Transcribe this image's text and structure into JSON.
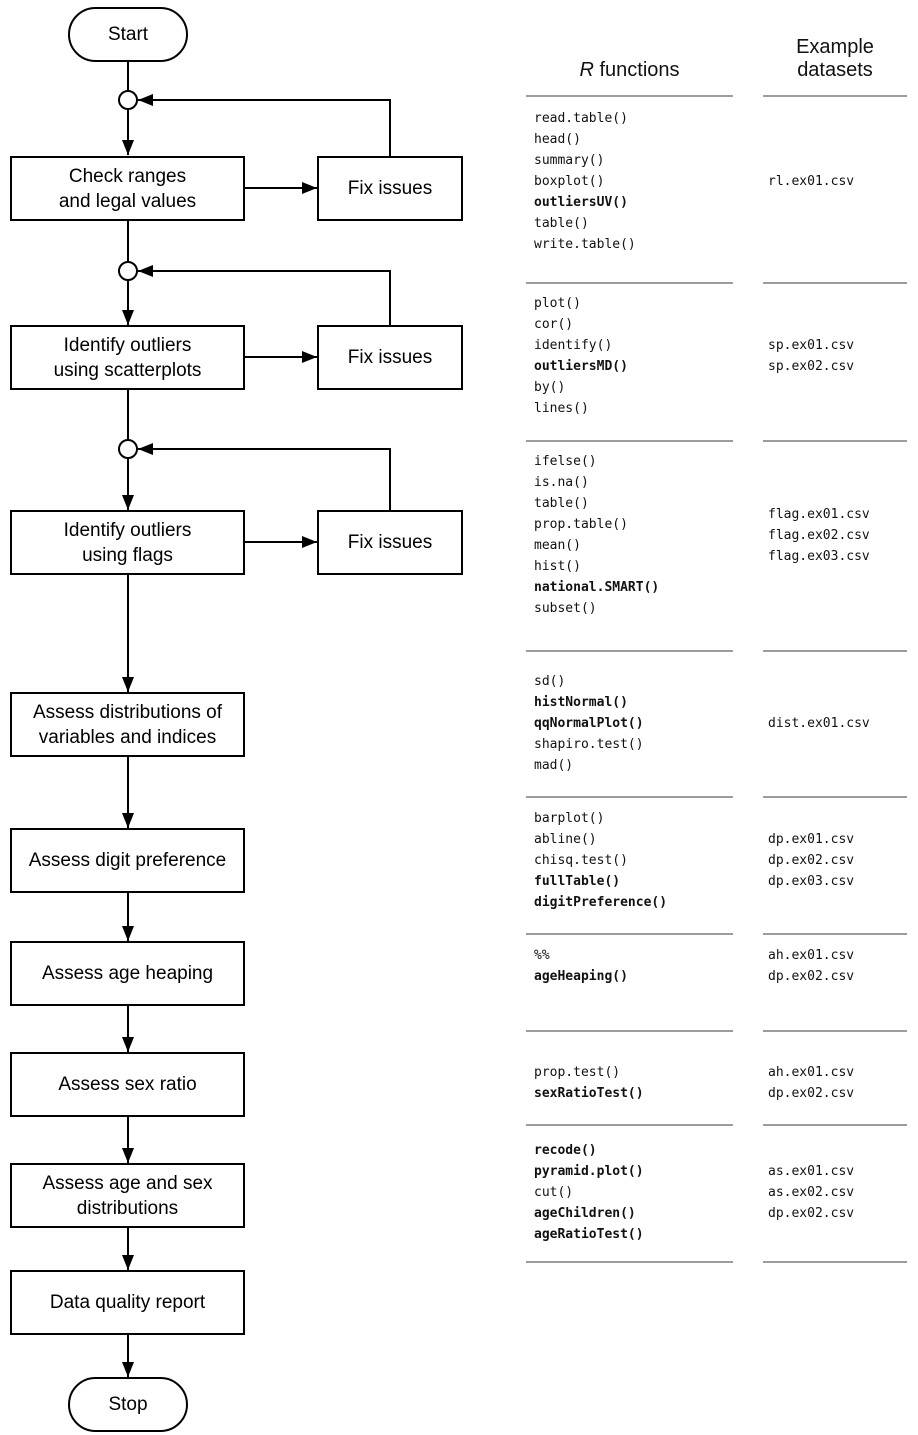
{
  "figure": {
    "flowchart": {
      "start_label": "Start",
      "stop_label": "Stop",
      "fix_issues_label": "Fix issues",
      "steps": [
        {
          "label": "Check ranges\nand legal values"
        },
        {
          "label": "Identify outliers\nusing scatterplots"
        },
        {
          "label": "Identify outliers\nusing flags"
        },
        {
          "label": "Assess distributions of\nvariables and indices"
        },
        {
          "label": "Assess digit preference"
        },
        {
          "label": "Assess age heaping"
        },
        {
          "label": "Assess sex ratio"
        },
        {
          "label": "Assess age and sex\ndistributions"
        },
        {
          "label": "Data quality report"
        }
      ]
    },
    "columns": {
      "functions_header_italic": "R",
      "functions_header_rest": "functions",
      "datasets_header_line1": "Example",
      "datasets_header_line2": "datasets",
      "sections": [
        {
          "functions": [
            {
              "name": "read.table()",
              "bold": false
            },
            {
              "name": "head()",
              "bold": false
            },
            {
              "name": "summary()",
              "bold": false
            },
            {
              "name": "boxplot()",
              "bold": false
            },
            {
              "name": "outliersUV()",
              "bold": true
            },
            {
              "name": "table()",
              "bold": false
            },
            {
              "name": "write.table()",
              "bold": false
            }
          ],
          "datasets": [
            "rl.ex01.csv"
          ]
        },
        {
          "functions": [
            {
              "name": "plot()",
              "bold": false
            },
            {
              "name": "cor()",
              "bold": false
            },
            {
              "name": "identify()",
              "bold": false
            },
            {
              "name": "outliersMD()",
              "bold": true
            },
            {
              "name": "by()",
              "bold": false
            },
            {
              "name": "lines()",
              "bold": false
            }
          ],
          "datasets": [
            "sp.ex01.csv",
            "sp.ex02.csv"
          ]
        },
        {
          "functions": [
            {
              "name": "ifelse()",
              "bold": false
            },
            {
              "name": "is.na()",
              "bold": false
            },
            {
              "name": "table()",
              "bold": false
            },
            {
              "name": "prop.table()",
              "bold": false
            },
            {
              "name": "mean()",
              "bold": false
            },
            {
              "name": "hist()",
              "bold": false
            },
            {
              "name": "national.SMART()",
              "bold": true
            },
            {
              "name": "subset()",
              "bold": false
            }
          ],
          "datasets": [
            "flag.ex01.csv",
            "flag.ex02.csv",
            "flag.ex03.csv"
          ]
        },
        {
          "functions": [
            {
              "name": "sd()",
              "bold": false
            },
            {
              "name": "histNormal()",
              "bold": true
            },
            {
              "name": "qqNormalPlot()",
              "bold": true
            },
            {
              "name": "shapiro.test()",
              "bold": false
            },
            {
              "name": "mad()",
              "bold": false
            }
          ],
          "datasets": [
            "dist.ex01.csv"
          ]
        },
        {
          "functions": [
            {
              "name": "barplot()",
              "bold": false
            },
            {
              "name": "abline()",
              "bold": false
            },
            {
              "name": "chisq.test()",
              "bold": false
            },
            {
              "name": "fullTable()",
              "bold": true
            },
            {
              "name": "digitPreference()",
              "bold": true
            }
          ],
          "datasets": [
            "dp.ex01.csv",
            "dp.ex02.csv",
            "dp.ex03.csv"
          ]
        },
        {
          "functions": [
            {
              "name": "%%",
              "bold": false
            },
            {
              "name": "ageHeaping()",
              "bold": true
            }
          ],
          "datasets": [
            "ah.ex01.csv",
            "dp.ex02.csv"
          ]
        },
        {
          "functions": [
            {
              "name": "prop.test()",
              "bold": false
            },
            {
              "name": "sexRatioTest()",
              "bold": true
            }
          ],
          "datasets": [
            "ah.ex01.csv",
            "dp.ex02.csv"
          ]
        },
        {
          "functions": [
            {
              "name": "recode()",
              "bold": true
            },
            {
              "name": "pyramid.plot()",
              "bold": true
            },
            {
              "name": "cut()",
              "bold": false
            },
            {
              "name": "ageChildren()",
              "bold": true
            },
            {
              "name": "ageRatioTest()",
              "bold": true
            }
          ],
          "datasets": [
            "as.ex01.csv",
            "as.ex02.csv",
            "dp.ex02.csv"
          ]
        }
      ]
    },
    "colors": {
      "line": "#000000",
      "separator": "#9c9c9c",
      "text": "#111111",
      "background": "#ffffff"
    }
  }
}
